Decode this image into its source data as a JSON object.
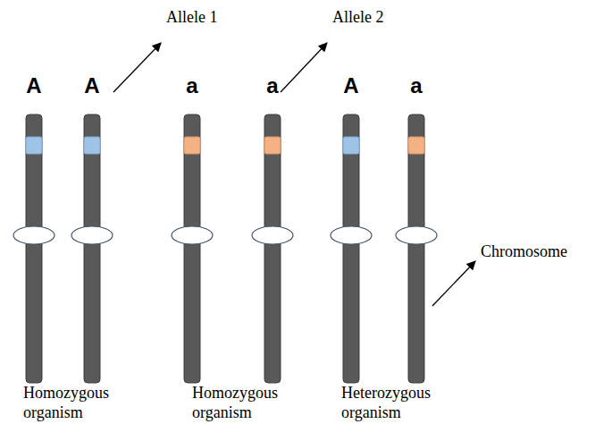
{
  "diagram": {
    "labels": [
      "Allele 1",
      "Allele 2",
      "A",
      "A",
      "a",
      "a",
      "A",
      "a",
      "Chromosome",
      "Homozygous organism",
      "Homozygous organism",
      "Heterozygous organism"
    ]
  }
}
